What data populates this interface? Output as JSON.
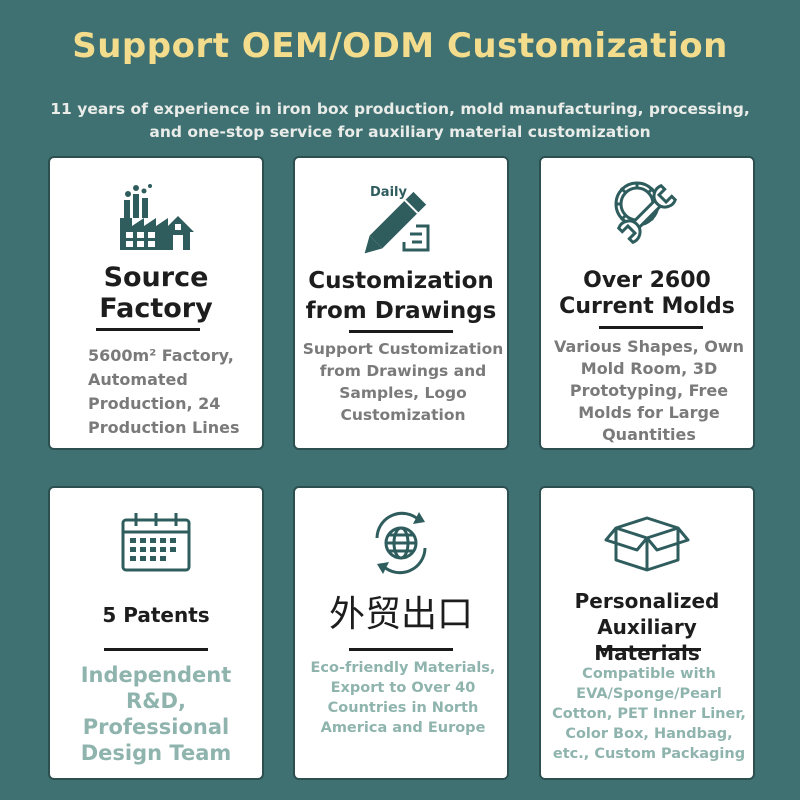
{
  "title": "Support OEM/ODM Customization",
  "subtitle_line1": "11 years of experience in iron box production, mold manufacturing, processing,",
  "subtitle_line2": "and one-stop service for auxiliary material customization",
  "icon_color": "#2f5d5e",
  "cards": [
    {
      "icon": "factory-icon",
      "heading": [
        "Source",
        "Factory"
      ],
      "desc": [
        "5600m² Factory,",
        "Automated",
        "Production, 24",
        "Production Lines"
      ]
    },
    {
      "icon": "pencil-icon",
      "icon_label": "Daily",
      "heading": [
        "Customization",
        "from Drawings"
      ],
      "desc": [
        "Support Customization",
        "from Drawings and",
        "Samples, Logo",
        "Customization"
      ]
    },
    {
      "icon": "gear-wrench-icon",
      "heading": [
        "Over 2600",
        "Current Molds"
      ],
      "desc": [
        "Various Shapes, Own",
        "Mold Room, 3D",
        "Prototyping, Free",
        "Molds for Large",
        "Quantities"
      ]
    },
    {
      "icon": "calendar-icon",
      "heading": [
        "5 Patents"
      ],
      "desc": [
        "Independent",
        "R&D, Professional",
        "Design Team"
      ]
    },
    {
      "icon": "globe-icon",
      "heading": [
        "外贸出口"
      ],
      "desc": [
        "Eco-friendly Materials,",
        "Export to Over 40",
        "Countries in North",
        "America and Europe"
      ]
    },
    {
      "icon": "box-icon",
      "heading": [
        "Personalized",
        "Auxiliary Materials"
      ],
      "desc": [
        "Compatible with",
        "EVA/Sponge/Pearl",
        "Cotton, PET Inner Liner,",
        "Color Box, Handbag,",
        "etc., Custom Packaging"
      ]
    }
  ]
}
